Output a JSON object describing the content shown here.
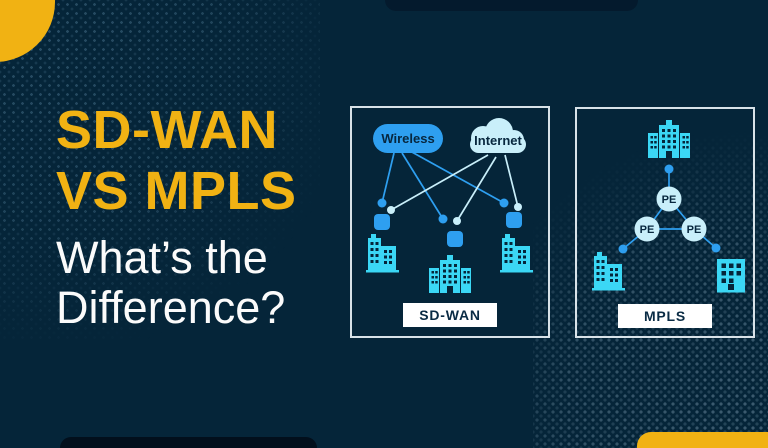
{
  "hero": {
    "title_line1": "SD-WAN",
    "title_line2": "VS MPLS",
    "subtitle_line1": "What’s the",
    "subtitle_line2": "Difference?"
  },
  "sdwan_diagram": {
    "caption": "SD-WAN",
    "wireless_label": "Wireless",
    "internet_label": "Internet"
  },
  "mpls_diagram": {
    "caption": "MPLS",
    "pe_label": "PE"
  },
  "colors": {
    "background_navy": "#052539",
    "accent_yellow": "#F1B213",
    "bright_blue": "#2E9FF0",
    "light_cyan": "#C9EFFA",
    "building_cyan": "#3BD7F5",
    "panel_border": "#D8E2E8",
    "dark_bar": "#020F1C"
  }
}
